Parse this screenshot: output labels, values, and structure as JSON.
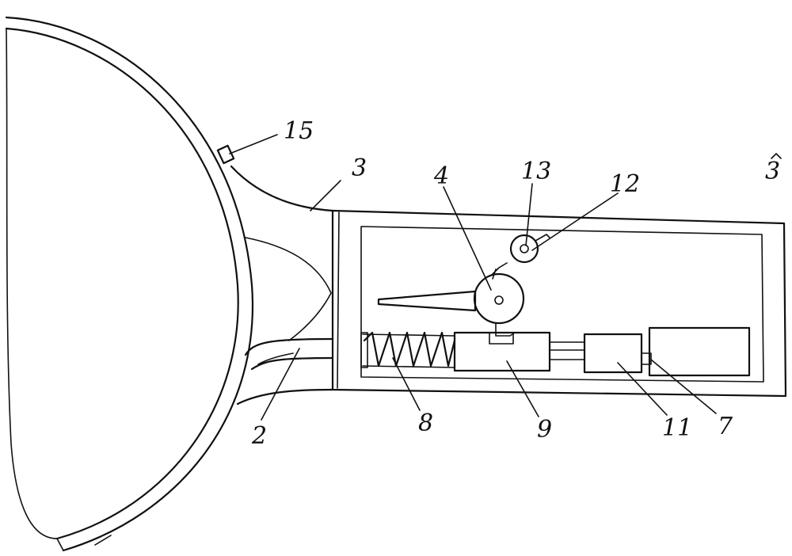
{
  "figure": {
    "labels": {
      "l15": "15",
      "l3a": "3",
      "l3b": "3",
      "l4": "4",
      "l13": "13",
      "l12": "12",
      "l2": "2",
      "l8": "8",
      "l9": "9",
      "l11": "11",
      "l7": "7"
    }
  }
}
